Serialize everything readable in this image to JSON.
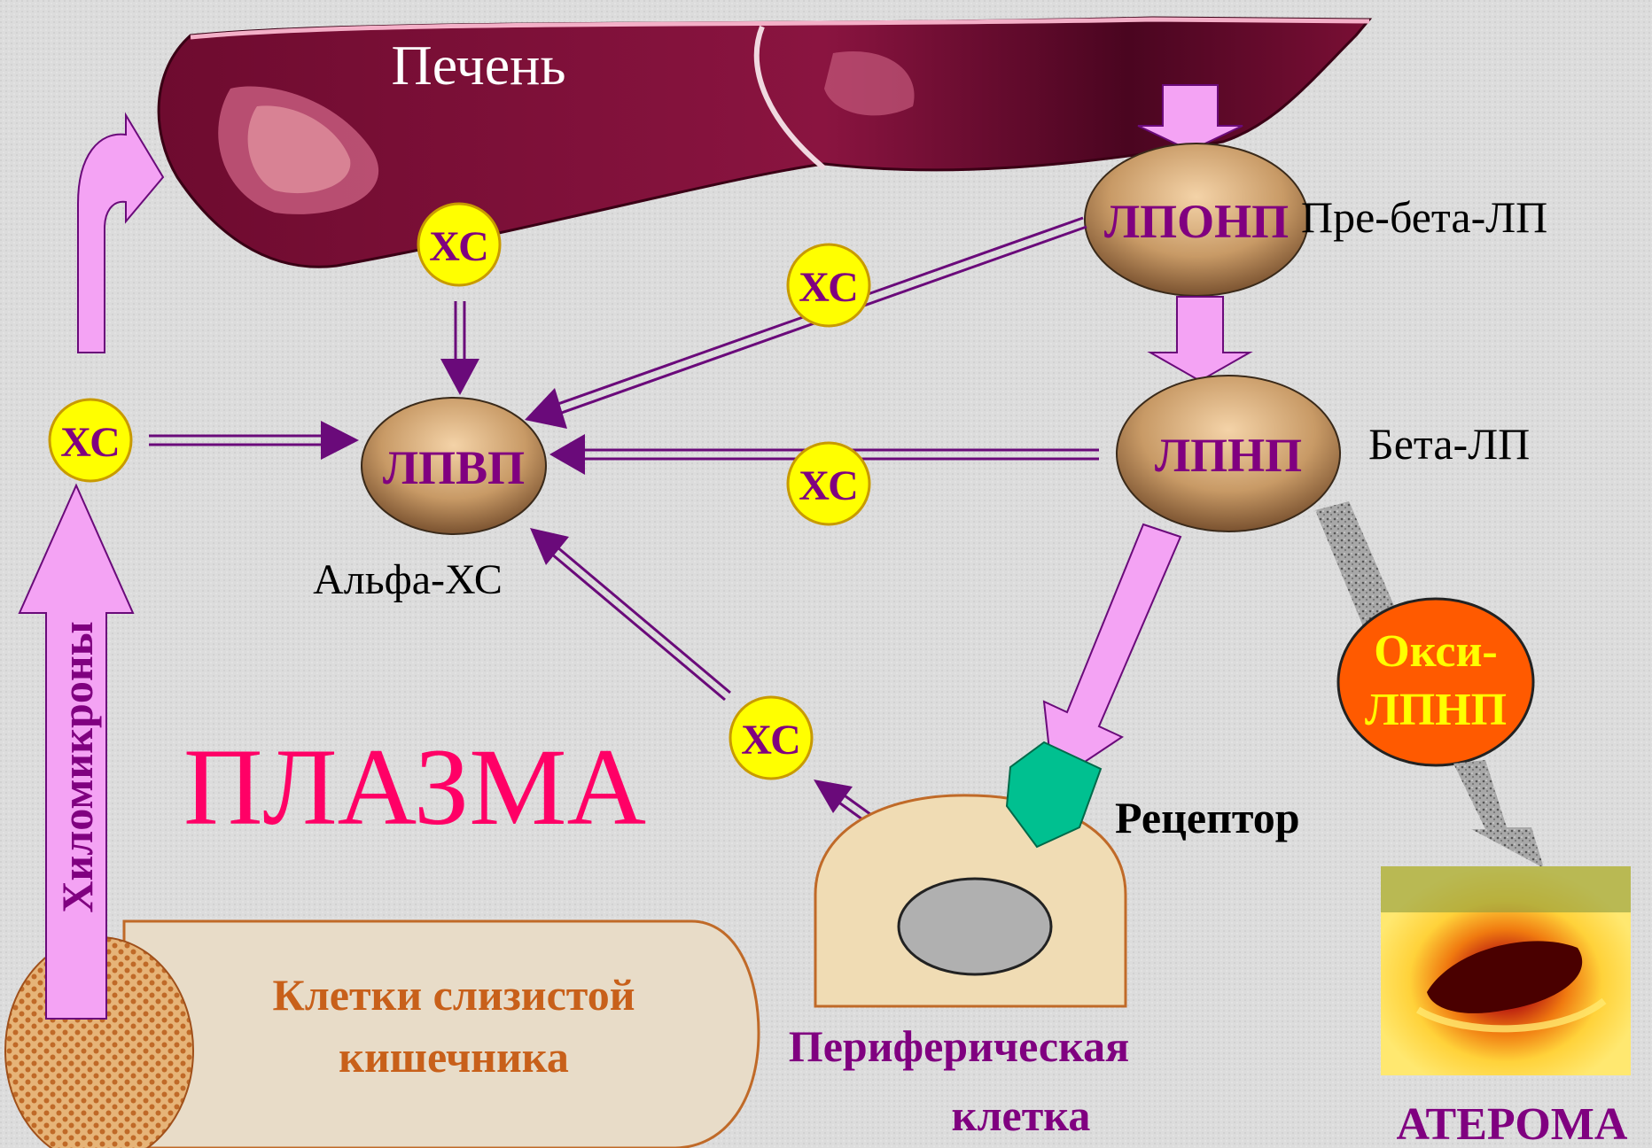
{
  "colors": {
    "background": "#d9d9d9",
    "liver": "#7a0f35",
    "pink_arrow": "#f4a3f4",
    "purple_arrow": "#6a0a7a",
    "node_label": "#800080",
    "xc_fill": "#ffff00",
    "plasma": "#ff0066",
    "intestine_text": "#c8601a",
    "oxi_fill": "#ff5a00",
    "oxi_text": "#ffff00",
    "receptor": "#00c090",
    "cell_fill": "#f0dcb4",
    "nucleus": "#b0b0b0"
  },
  "labels": {
    "liver": "Печень",
    "vldl": "ЛПОНП",
    "pre_beta": "Пре-бета-ЛП",
    "ldl": "ЛПНП",
    "beta": "Бета-ЛП",
    "hdl": "ЛПВП",
    "alpha": "Альфа-ХС",
    "xc": "ХС",
    "chylomicrons": "Хиломикроны",
    "plasma": "ПЛАЗМА",
    "intestine_line1": "Клетки слизистой",
    "intestine_line2": "кишечника",
    "receptor": "Рецептор",
    "peripheral_line1": "Периферическая",
    "peripheral_line2": "клетка",
    "oxi_line1": "Окси-",
    "oxi_line2": "ЛПНП",
    "atheroma": "АТЕРОМА"
  },
  "icons": [
    "liver-image",
    "atheroma-image",
    "receptor-shape",
    "nucleus-shape"
  ]
}
